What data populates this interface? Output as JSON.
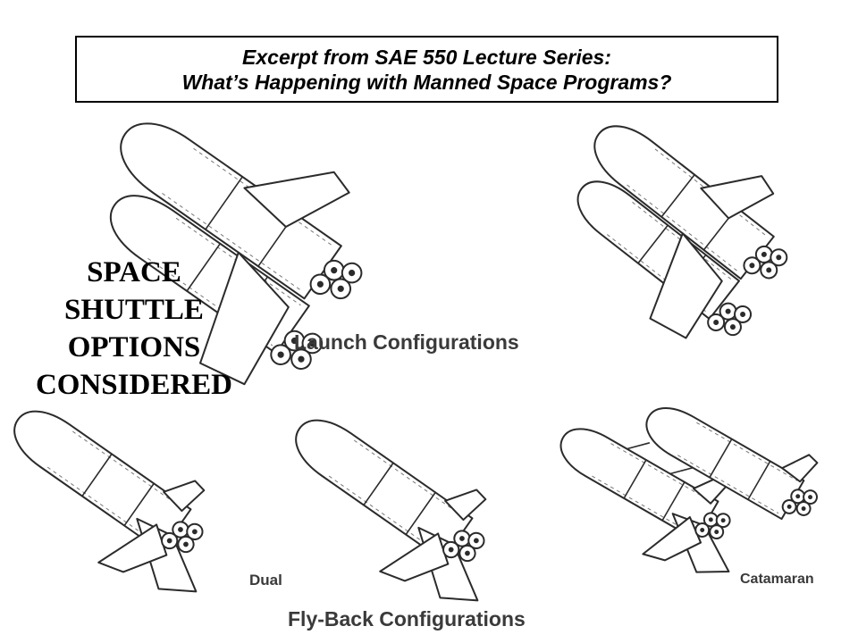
{
  "header": {
    "line1": "Excerpt from SAE 550 Lecture Series:",
    "line2": "What’s Happening with Manned Space Programs?"
  },
  "side_title": {
    "lines": [
      "SPACE",
      "SHUTTLE",
      "OPTIONS",
      "CONSIDERED"
    ]
  },
  "captions": {
    "launch": "Launch Configurations",
    "flyback": "Fly-Back Configurations",
    "dual": "Dual",
    "catamaran": "Catamaran"
  },
  "colors": {
    "ink": "#2b2b2b",
    "background": "#ffffff",
    "caption_text": "#3a3a3a"
  }
}
